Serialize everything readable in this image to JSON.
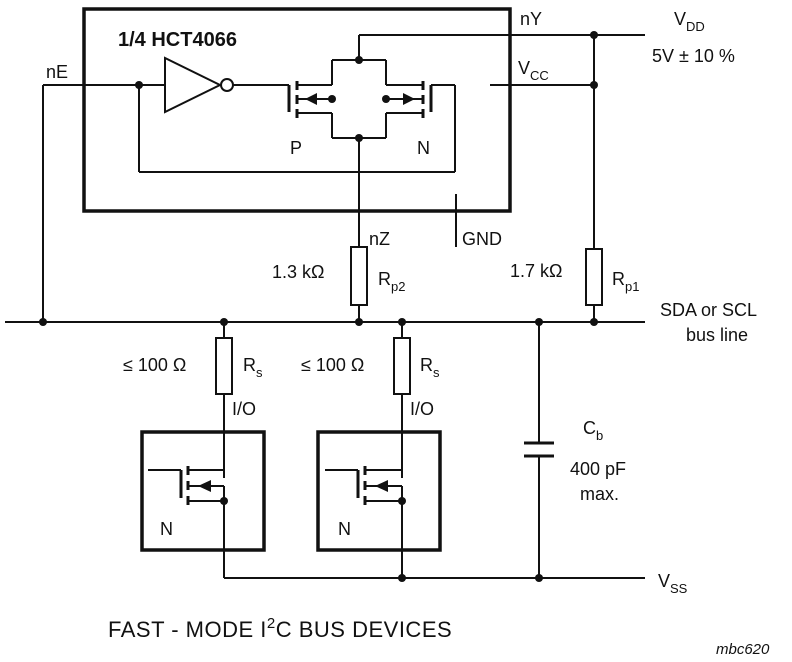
{
  "chip": {
    "title": "1/4 HCT4066"
  },
  "pins": {
    "nE": "nE",
    "nY": "nY",
    "nZ": "nZ",
    "gnd": "GND"
  },
  "supply": {
    "vdd_main": "V",
    "vdd_sub": "DD",
    "vdd_spec": "5V ± 10 %",
    "vcc_main": "V",
    "vcc_sub": "CC",
    "vss_main": "V",
    "vss_sub": "SS"
  },
  "transistors": {
    "p_label": "P",
    "n_label": "N"
  },
  "resistors": {
    "rp2_value": "1.3 kΩ",
    "rp2_main": "R",
    "rp2_sub": "p2",
    "rp1_value": "1.7 kΩ",
    "rp1_main": "R",
    "rp1_sub": "p1",
    "rs_value": "≤ 100 Ω",
    "rs_main": "R",
    "rs_sub": "s"
  },
  "bus": {
    "line1": "SDA or SCL",
    "line2": "bus line"
  },
  "devices": {
    "io_label": "I/O",
    "n_label": "N"
  },
  "capacitor": {
    "main": "C",
    "sub": "b",
    "value": "400 pF",
    "note": "max."
  },
  "caption": {
    "part1": "FAST - MODE  I",
    "sup": "2",
    "part2": "C BUS  DEVICES"
  },
  "figure_id": "mbc620"
}
